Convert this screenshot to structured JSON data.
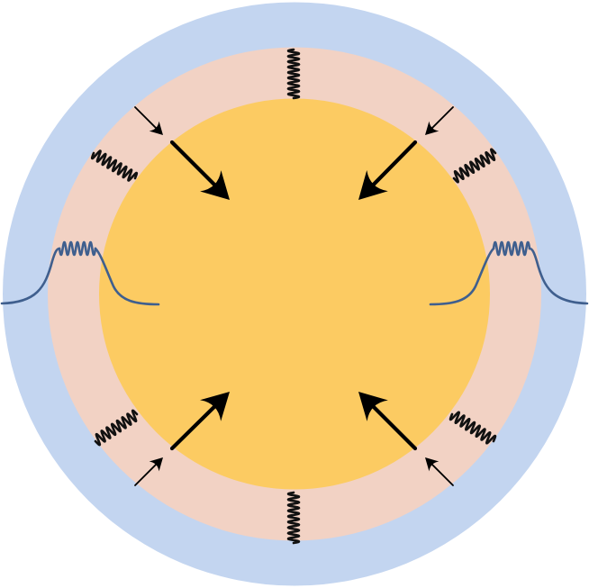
{
  "colors": {
    "outer_ring": "#c3d5f0",
    "middle_ring": "#f2d2c4",
    "core": "#fccb62",
    "spring": "#111111",
    "arrow": "#000000",
    "wave": "#3f5f8e"
  },
  "diagram": {
    "arrow_groups": 4,
    "springs": 8,
    "wave_profiles": 2
  }
}
